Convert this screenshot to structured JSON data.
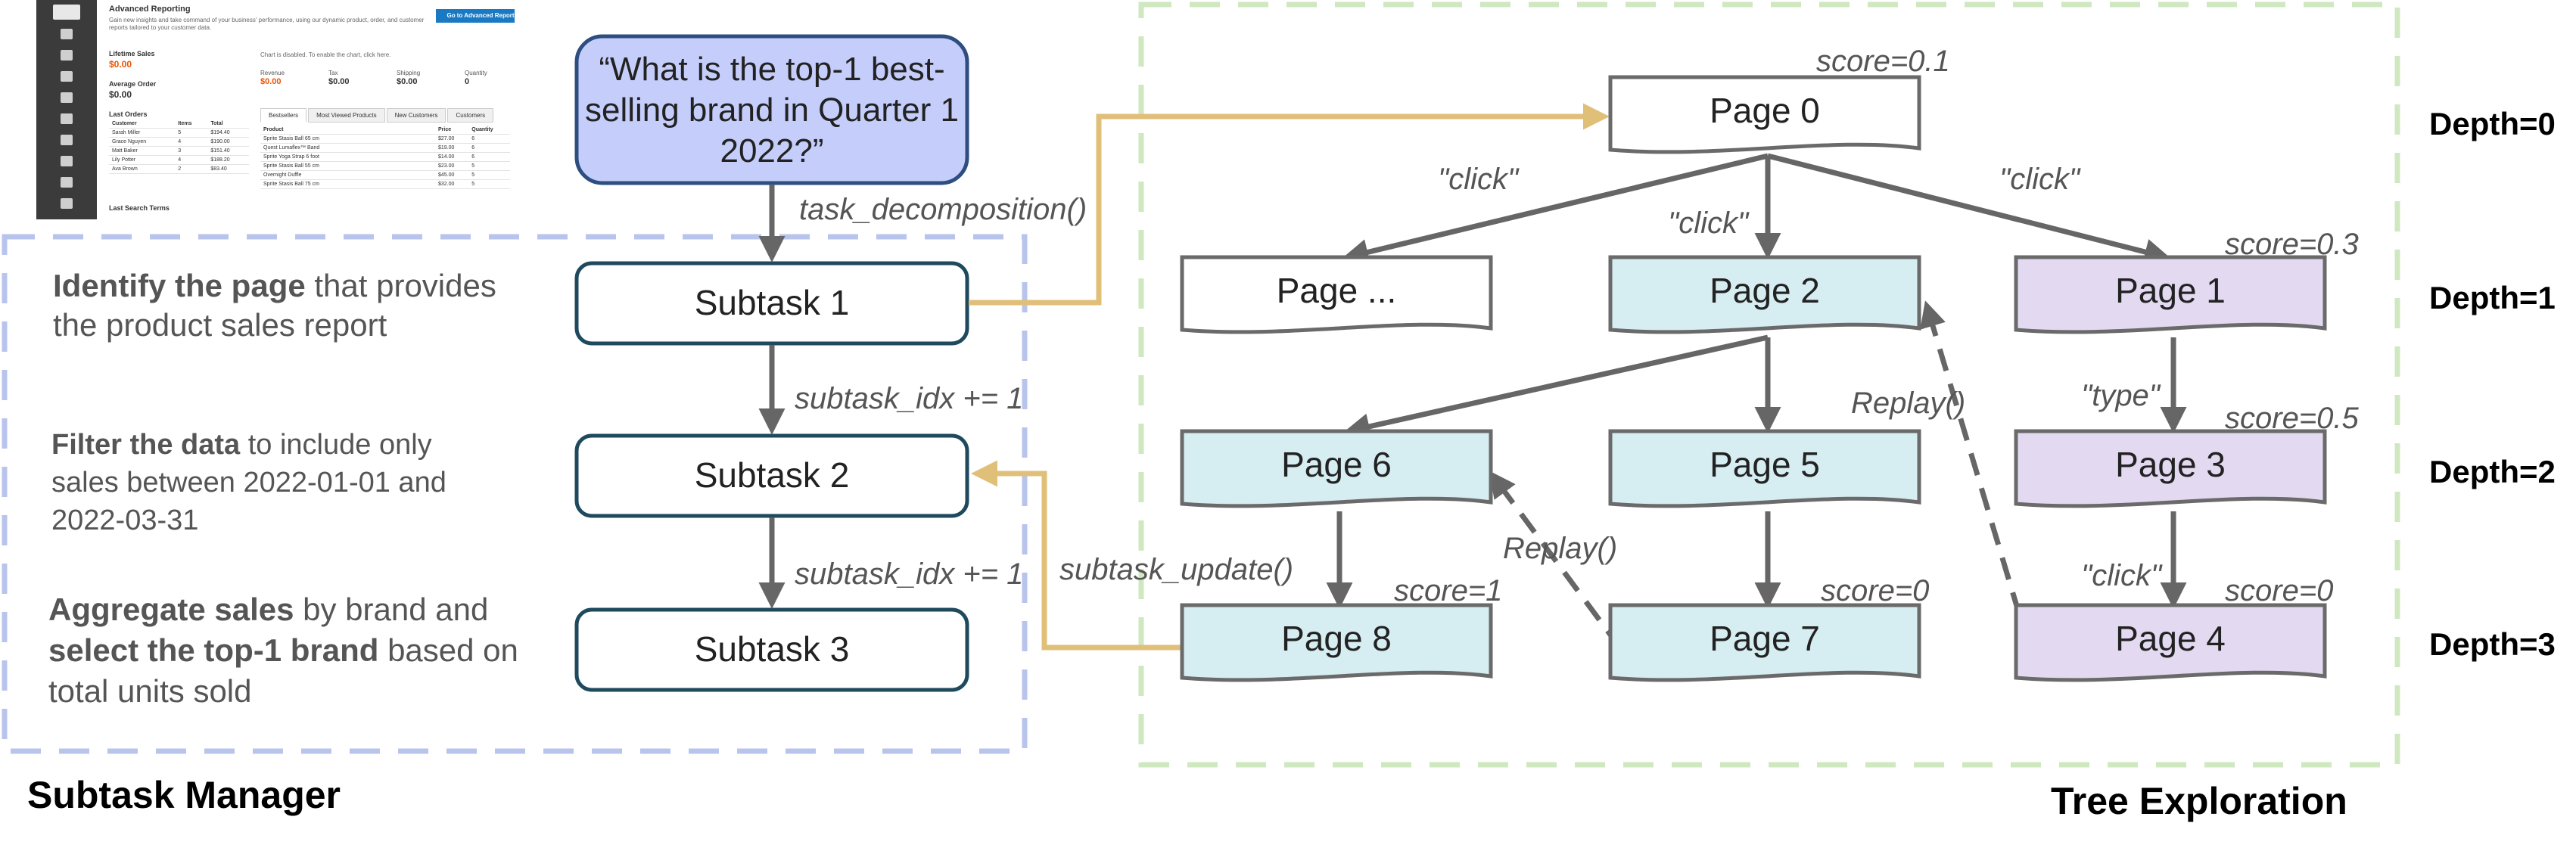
{
  "screenshot": {
    "title": "Advanced Reporting",
    "description": "Gain new insights and take command of your business' performance, using our dynamic product, order, and customer reports tailored to your customer data.",
    "button": "Go to Advanced Reporting",
    "lifetime_sales_label": "Lifetime Sales",
    "lifetime_sales_value": "$0.00",
    "average_order_label": "Average Order",
    "average_order_value": "$0.00",
    "chart_disabled": "Chart is disabled. To enable the chart, click here.",
    "metrics": [
      {
        "label": "Revenue",
        "value": "$0.00"
      },
      {
        "label": "Tax",
        "value": "$0.00"
      },
      {
        "label": "Shipping",
        "value": "$0.00"
      },
      {
        "label": "Quantity",
        "value": "0"
      }
    ],
    "last_orders_label": "Last Orders",
    "orders_headers": [
      "Customer",
      "Items",
      "Total"
    ],
    "orders": [
      [
        "Sarah Miller",
        "5",
        "$194.40"
      ],
      [
        "Grace Nguyen",
        "4",
        "$190.00"
      ],
      [
        "Matt Baker",
        "3",
        "$151.40"
      ],
      [
        "Lily Potter",
        "4",
        "$188.20"
      ],
      [
        "Ava Brown",
        "2",
        "$83.40"
      ]
    ],
    "tabs": [
      "Bestsellers",
      "Most Viewed Products",
      "New Customers",
      "Customers"
    ],
    "products_headers": [
      "Product",
      "Price",
      "Quantity"
    ],
    "products": [
      [
        "Sprite Stasis Ball 65 cm",
        "$27.00",
        "6"
      ],
      [
        "Quest Lumaflex™ Band",
        "$19.00",
        "6"
      ],
      [
        "Sprite Yoga Strap 6 foot",
        "$14.00",
        "6"
      ],
      [
        "Sprite Stasis Ball 55 cm",
        "$23.00",
        "5"
      ],
      [
        "Overnight Duffle",
        "$45.00",
        "5"
      ],
      [
        "Sprite Stasis Ball 75 cm",
        "$32.00",
        "5"
      ]
    ],
    "last_search_label": "Last Search Terms"
  },
  "query": {
    "lines": [
      "“What is the top-1 best-",
      "selling brand in Quarter 1",
      "2022?”"
    ]
  },
  "subtask_manager": {
    "title": "Subtask Manager",
    "subtasks": [
      "Subtask 1",
      "Subtask 2",
      "Subtask 3"
    ],
    "descriptions": [
      [
        [
          {
            "b": "Identify the page"
          },
          {
            "t": " that provides"
          }
        ],
        [
          {
            "t": "the product sales report"
          }
        ]
      ],
      [
        [
          {
            "b": "Filter the data"
          },
          {
            "t": " to include only"
          }
        ],
        [
          {
            "t": "sales between 2022-01-01 and"
          }
        ],
        [
          {
            "t": "2022-03-31"
          }
        ]
      ],
      [
        [
          {
            "b": "Aggregate sales"
          },
          {
            "t": " by brand and"
          }
        ],
        [
          {
            "b": "select the top-1 brand"
          },
          {
            "t": " based on"
          }
        ],
        [
          {
            "t": "total units sold"
          }
        ]
      ]
    ],
    "edge_labels": {
      "decompose": "task_decomposition()",
      "idx1": "subtask_idx += 1",
      "idx2": "subtask_idx += 1",
      "update": "subtask_update()"
    }
  },
  "tree": {
    "title": "Tree Exploration",
    "depth_labels": [
      "Depth=0",
      "Depth=1",
      "Depth=2",
      "Depth=3"
    ],
    "pages": {
      "p0": "Page 0",
      "pdots": "Page ...",
      "p2": "Page 2",
      "p1": "Page 1",
      "p6": "Page 6",
      "p5": "Page 5",
      "p3": "Page 3",
      "p8": "Page 8",
      "p7": "Page 7",
      "p4": "Page 4"
    },
    "scores": {
      "p0": "score=0.1",
      "p1": "score=0.3",
      "p3": "score=0.5",
      "p8": "score=1",
      "p7": "score=0",
      "p4": "score=0"
    },
    "actions": {
      "click_left": "\"click\"",
      "click_mid": "\"click\"",
      "click_right": "\"click\"",
      "type": "\"type\"",
      "click_p4": "\"click\""
    },
    "replay": [
      "Replay()",
      "Replay()"
    ],
    "colors": {
      "white": "#ffffff",
      "teal": "#d6edf2",
      "purple": "#e3daf2",
      "query": "#c5cdfa"
    }
  }
}
